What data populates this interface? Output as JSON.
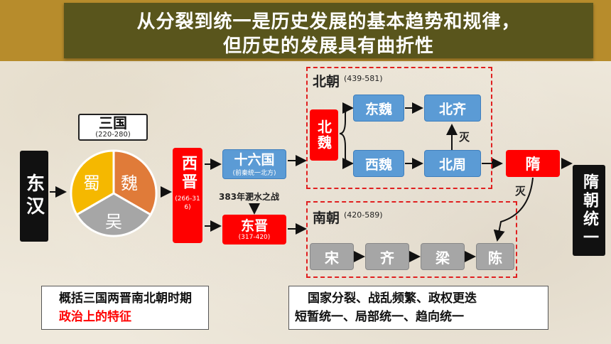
{
  "title": {
    "line1": "从分裂到统一是历史发展的基本趋势和规律，",
    "line2": "但历史的发展具有曲折性"
  },
  "donghan": "东汉",
  "sanguo": {
    "label": "三国",
    "years": "(220-280)",
    "states": [
      "魏",
      "蜀",
      "吴"
    ],
    "colors": {
      "wei": "#e07b39",
      "shu": "#f5b800",
      "wu": "#a6a6a6"
    }
  },
  "xijin": {
    "label": "西晋",
    "years": "(266-316)"
  },
  "shiliuguo": {
    "label": "十六国",
    "note": "(前秦统一北方)"
  },
  "battle": "383年淝水之战",
  "dongjin": {
    "label": "东晋",
    "years": "(317-420)"
  },
  "beichao": {
    "label": "北朝",
    "years": "(439-581)",
    "wei_label": "北魏",
    "dongwei": "东魏",
    "beiqi": "北齐",
    "xiwei": "西魏",
    "beizhou": "北周",
    "mie": "灭"
  },
  "nanchao": {
    "label": "南朝",
    "years": "(420-589)",
    "dynasties": [
      "宋",
      "齐",
      "梁",
      "陈"
    ]
  },
  "sui": "隋",
  "sui_mie": "灭",
  "sui_unify": "隋朝统一",
  "note_left": {
    "text1": "概括三国两晋南北朝时期",
    "highlight": "政治上的特征"
  },
  "note_right": {
    "line1": "国家分裂、战乱频繁、政权更迭",
    "line2": "短暂统一、局部统一、趋向统一"
  }
}
